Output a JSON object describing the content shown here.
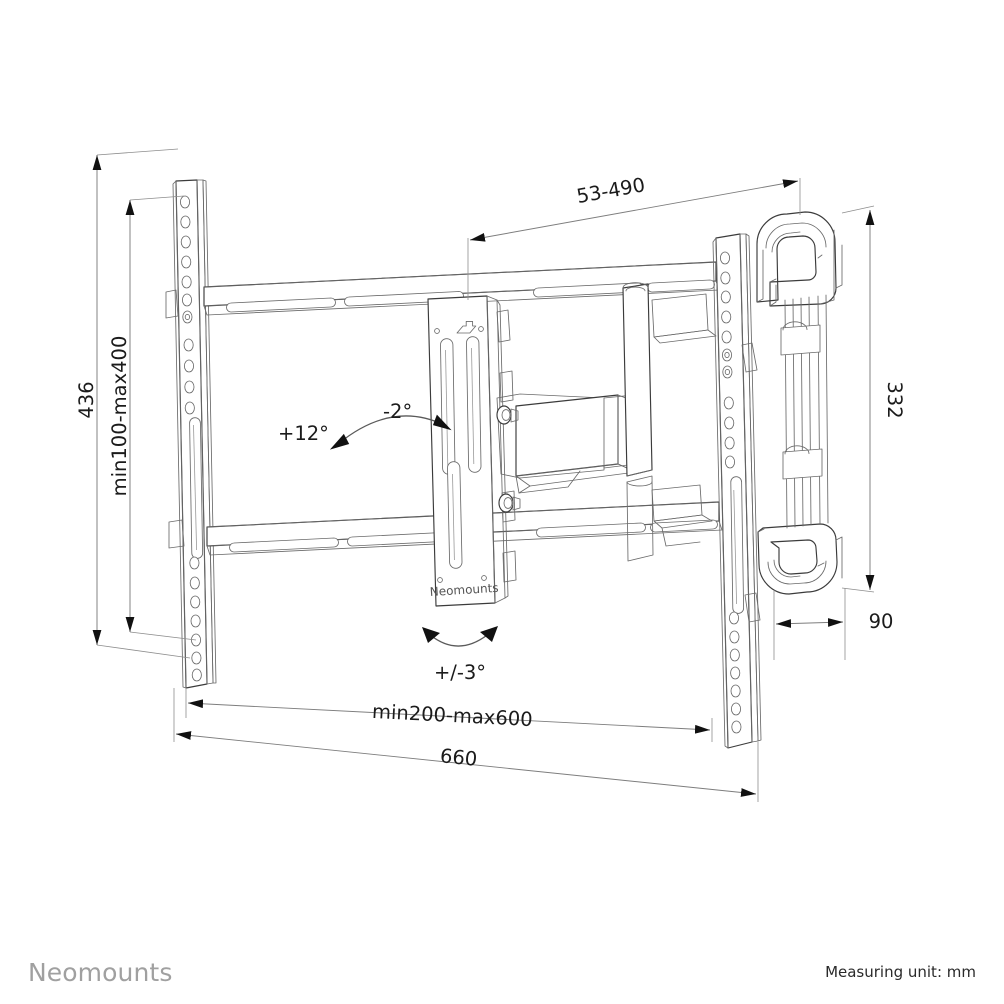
{
  "document": {
    "type": "technical-drawing",
    "subject": "full-motion tv wall mount",
    "brand_plate_label": "Neomounts"
  },
  "footer": {
    "brand": "Neomounts",
    "unit_note": "Measuring unit: mm"
  },
  "dimensions": {
    "overall_height": "436",
    "vesa_height_range": "min100-max400",
    "depth_range": "53-490",
    "mount_plate_height": "332",
    "folded_depth": "90",
    "vesa_width_range": "min200-max600",
    "overall_width": "660"
  },
  "angles": {
    "tilt_forward": "+12°",
    "tilt_back": "-2°",
    "swivel": "+/-3°"
  },
  "chart_data": {
    "type": "table",
    "title": "Neomounts wall mount dimensions",
    "categories": [
      "overall height",
      "VESA height range",
      "depth range",
      "mount plate height",
      "folded depth",
      "VESA width range",
      "overall width",
      "tilt forward",
      "tilt back",
      "swivel"
    ],
    "values": [
      "436",
      "min100-max400",
      "53-490",
      "332",
      "90",
      "min200-max600",
      "660",
      "+12°",
      "-2°",
      "+/-3°"
    ],
    "unit": "mm",
    "xlabel": "",
    "ylabel": ""
  }
}
